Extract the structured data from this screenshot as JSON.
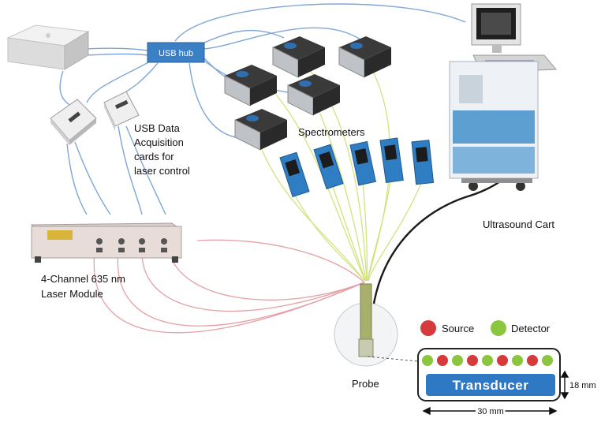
{
  "labels": {
    "usb_hub": "USB hub",
    "usb_daq_line1": "USB Data",
    "usb_daq_line2": "Acquisition",
    "usb_daq_line3": "cards for",
    "usb_daq_line4": "laser control",
    "spectrometers": "Spectrometers",
    "ultrasound_cart": "Ultrasound Cart",
    "laser_line1": "4-Channel 635 nm",
    "laser_line2": "Laser Module",
    "probe": "Probe",
    "legend_source": "Source",
    "legend_detector": "Detector",
    "transducer": "Transducer",
    "dim_height": "18 mm",
    "dim_width": "30 mm"
  },
  "colors": {
    "source": "#d63a3a",
    "detector": "#8cc63f",
    "transducer": "#2f78c4",
    "usb_hub": "#3b7fc4",
    "usb_cable": "#7fa7d6",
    "fiber_red": "#e39aa0",
    "fiber_green": "#cfe07a",
    "ultrasound_cable": "#1a1a1a"
  },
  "transducer_array": [
    "detector",
    "source",
    "detector",
    "source",
    "detector",
    "source",
    "detector",
    "source",
    "detector"
  ]
}
